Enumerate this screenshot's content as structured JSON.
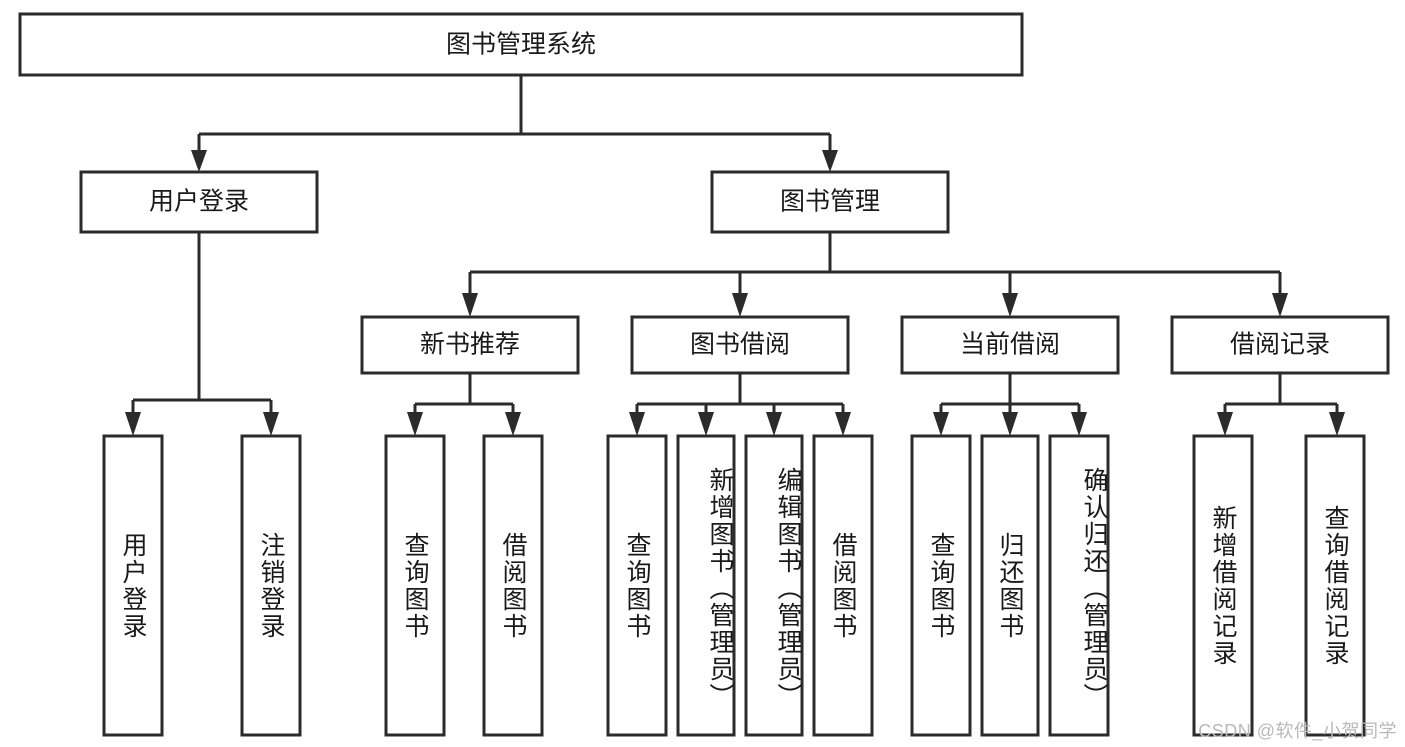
{
  "diagram": {
    "title": "图书管理系统",
    "type": "tree-hierarchy",
    "watermark": "CSDN @软件_小贺同学",
    "colors": {
      "stroke": "#2b2b2b",
      "box_fill": "#ffffff",
      "text": "#1a1a1a",
      "background": "#ffffff",
      "watermark": "#b9b9b9"
    },
    "root": {
      "label": "图书管理系统",
      "orientation": "horizontal"
    },
    "level2": [
      {
        "label": "用户登录",
        "orientation": "horizontal"
      },
      {
        "label": "图书管理",
        "orientation": "horizontal"
      }
    ],
    "level3": [
      {
        "label": "新书推荐",
        "orientation": "horizontal"
      },
      {
        "label": "图书借阅",
        "orientation": "horizontal"
      },
      {
        "label": "当前借阅",
        "orientation": "horizontal"
      },
      {
        "label": "借阅记录",
        "orientation": "horizontal"
      }
    ],
    "leaves": [
      {
        "label": "用户登录",
        "orientation": "vertical",
        "parent": "用户登录"
      },
      {
        "label": "注销登录",
        "orientation": "vertical",
        "parent": "用户登录"
      },
      {
        "label": "查询图书",
        "orientation": "vertical",
        "parent": "新书推荐"
      },
      {
        "label": "借阅图书",
        "orientation": "vertical",
        "parent": "新书推荐"
      },
      {
        "label": "查询图书",
        "orientation": "vertical",
        "parent": "图书借阅"
      },
      {
        "label": "新增图书（管理员）",
        "orientation": "vertical",
        "parent": "图书借阅"
      },
      {
        "label": "编辑图书（管理员）",
        "orientation": "vertical",
        "parent": "图书借阅"
      },
      {
        "label": "借阅图书",
        "orientation": "vertical",
        "parent": "图书借阅"
      },
      {
        "label": "查询图书",
        "orientation": "vertical",
        "parent": "当前借阅"
      },
      {
        "label": "归还图书",
        "orientation": "vertical",
        "parent": "当前借阅"
      },
      {
        "label": "确认归还（管理员）",
        "orientation": "vertical",
        "parent": "当前借阅"
      },
      {
        "label": "新增借阅记录",
        "orientation": "vertical",
        "parent": "借阅记录"
      },
      {
        "label": "查询借阅记录",
        "orientation": "vertical",
        "parent": "借阅记录"
      }
    ]
  }
}
